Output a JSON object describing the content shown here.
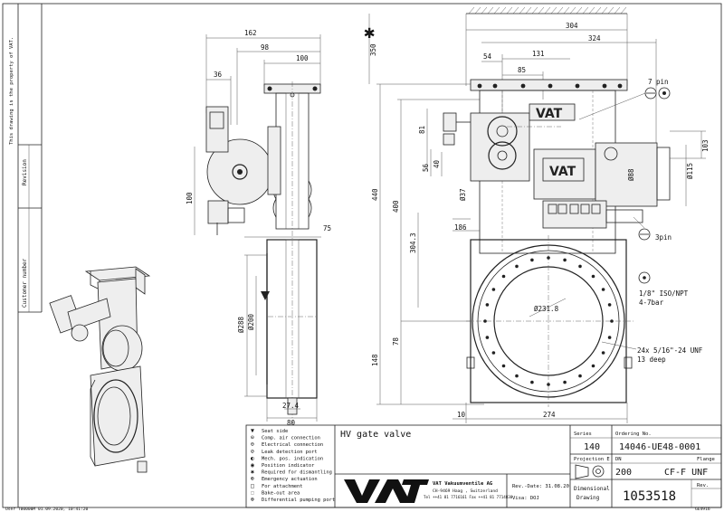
{
  "margin": {
    "property_note": "This drawing is the property of VAT.",
    "revision_label": "Revision",
    "customer_label": "Customer number"
  },
  "dimensions": {
    "side": {
      "d162": "162",
      "d98": "98",
      "d100": "100",
      "d36": "36",
      "d100v": "100",
      "d75": "75",
      "d288": "Ø288",
      "d200": "Ø200",
      "d27": "27.4",
      "d80": "80"
    },
    "front": {
      "d304": "304",
      "d324": "324",
      "d131": "131",
      "d54": "54",
      "d85": "85",
      "d350": "350",
      "d440": "440",
      "d400": "400",
      "d3043": "304.3",
      "d81": "81",
      "d56": "56",
      "d40": "40",
      "d37": "Ø37",
      "d186": "186",
      "d103": "103",
      "d88": "Ø88",
      "d115": "Ø115",
      "d2318": "Ø231.8",
      "d78": "78",
      "d148": "148",
      "d10": "10",
      "d274": "274"
    }
  },
  "annotations": {
    "pin7": "7 pin",
    "pin3": "3pin",
    "port": "1/8\" ISO/NPT",
    "port_pressure": "4-7bar",
    "bolts": "24x 5/16\"-24 UNF",
    "bolts_depth": "13 deep"
  },
  "legend": [
    {
      "symbol": "▼",
      "text": "Seat side"
    },
    {
      "symbol": "⊙",
      "text": "Comp. air connection"
    },
    {
      "symbol": "⊖",
      "text": "Electrical connection"
    },
    {
      "symbol": "⊘",
      "text": "Leak detection port"
    },
    {
      "symbol": "◐",
      "text": "Mech. pos. indication"
    },
    {
      "symbol": "◉",
      "text": "Position indicator"
    },
    {
      "symbol": "✱",
      "text": "Required for dismantling"
    },
    {
      "symbol": "⊕",
      "text": "Emergency actuation"
    },
    {
      "symbol": "□",
      "text": "For attachment"
    },
    {
      "symbol": "◌",
      "text": "Bake-out area"
    },
    {
      "symbol": "⊗",
      "text": "Differential pumping port"
    }
  ],
  "title_block": {
    "title": "HV gate valve",
    "company": "VAT Vakuumventile AG",
    "address": "CH-9469 Haag , Switzerland",
    "phone": "Tel ++41 81 7716161 Fax ++41 81 7714830",
    "rev_date": "Rev.-Date: 31.08.20",
    "visa": "Visa: DOJ",
    "series_label": "Series",
    "series": "140",
    "ordering_label": "Ordering No.",
    "ordering": "14046-UE48-0001",
    "projection_label": "Projection E",
    "dn_label": "DN",
    "flange_label": "Flange",
    "dn": "200",
    "flange": "CF-F UNF",
    "dim_drawing_1": "Dimensional",
    "dim_drawing_2": "Drawing",
    "drawing_no": "1053518",
    "rev_label": "Rev.",
    "logo": "VAT",
    "footer_left": "User T00000M 01.09.2020, 10:41:20",
    "footer_right": "GE4916"
  }
}
